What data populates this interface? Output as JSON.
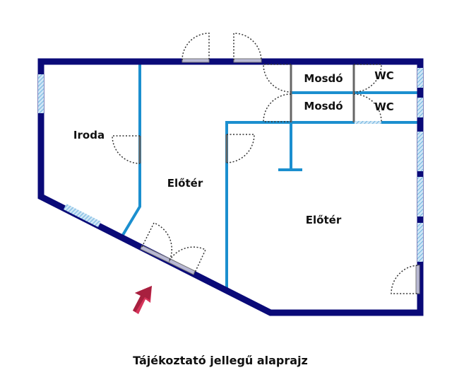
{
  "rooms": {
    "office": "Iroda",
    "hall_left": "Előtér",
    "hall_right": "Előtér",
    "washroom_1": "Mosdó",
    "washroom_2": "Mosdó",
    "wc_1": "WC",
    "wc_2": "WC"
  },
  "caption": "Tájékoztató jellegű alaprajz",
  "colors": {
    "outer_wall": "#0a0a78",
    "inner_wall": "#1b8fcf",
    "window": "#9ccbe8",
    "entrance_arrow": "#d6345a"
  }
}
